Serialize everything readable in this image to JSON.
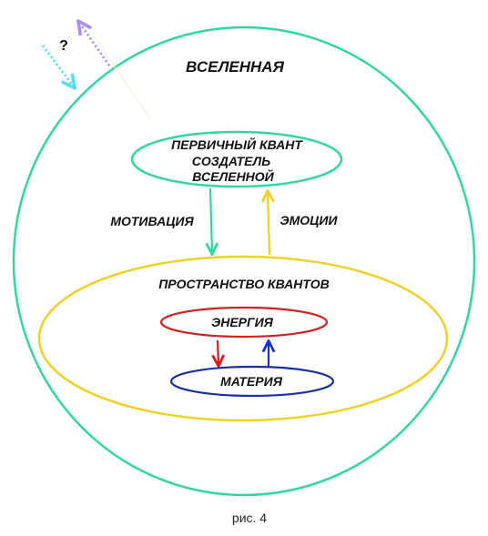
{
  "diagram": {
    "universe_label": "ВСЕЛЕННАЯ",
    "primary_quantum": [
      "ПЕРВИЧНЫЙ КВАНТ",
      "СОЗДАТЕЛЬ",
      "ВСЕЛЕННОЙ"
    ],
    "motivation_label": "МОТИВАЦИЯ",
    "emotions_label": "ЭМОЦИИ",
    "quantum_space_label": "ПРОСТРАНСТВО КВАНТОВ",
    "energy_label": "ЭНЕРГИЯ",
    "matter_label": "МАТЕРИЯ",
    "question_mark": "?",
    "caption": "рис. 4"
  },
  "colors": {
    "universe": "#33d6a0",
    "primary_quantum": "#33d6a0",
    "motivation_arrow": "#33d6a0",
    "emotions_arrow": "#f0d020",
    "quantum_space": "#f0d020",
    "energy": "#d02020",
    "matter": "#1a2fa0",
    "energy_to_matter_arrow": "#e01818",
    "matter_to_energy_arrow": "#1830d0",
    "incoming_arrow": "#55e0e8",
    "outgoing_arrow": "#a890f0"
  }
}
